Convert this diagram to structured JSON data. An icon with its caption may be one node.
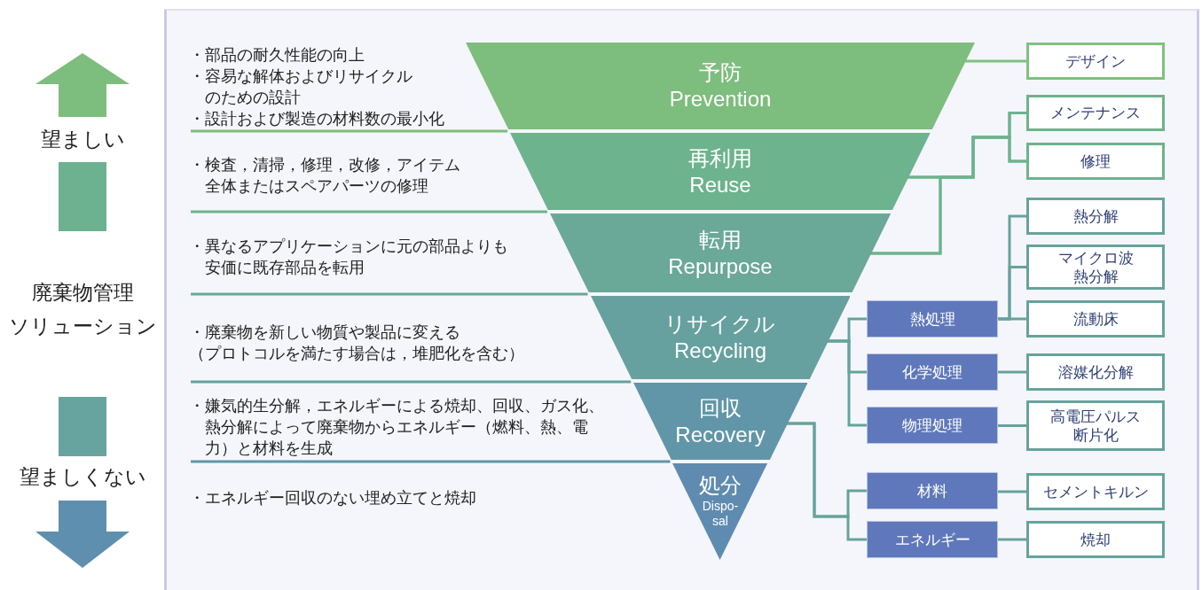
{
  "diagram": {
    "nodes": [
      {
        "text": [
          "予防",
          "Prevention"
        ]
      },
      {
        "text": [
          "再利用",
          "Reuse"
        ]
      },
      {
        "text": [
          "転用",
          "Repurpose"
        ]
      },
      {
        "text": [
          "リサイクル",
          "Recycling"
        ]
      },
      {
        "text": [
          "回収",
          "Recovery"
        ]
      },
      {
        "text": [
          "処分",
          "Dispo-sal"
        ]
      },
      {
        "text": [
          "デザイン"
        ]
      },
      {
        "text": [
          "メンテナンス"
        ]
      },
      {
        "text": [
          "修理"
        ]
      },
      {
        "text": [
          "熱分解"
        ]
      },
      {
        "text": [
          "マイクロ波熱分解"
        ]
      },
      {
        "text": [
          "流動床"
        ]
      },
      {
        "text": [
          "熱処理"
        ]
      },
      {
        "text": [
          "化学処理"
        ]
      },
      {
        "text": [
          "溶媒化分解"
        ]
      },
      {
        "text": [
          "物理処理"
        ]
      },
      {
        "text": [
          "高電圧パルス断片化"
        ]
      },
      {
        "text": [
          "材料"
        ]
      },
      {
        "text": [
          "セメントキルン"
        ]
      },
      {
        "text": [
          "エネルギー"
        ]
      },
      {
        "text": [
          "焼却"
        ]
      }
    ],
    "edges": [
      {
        "from": 0,
        "to": 6,
        "arrow": "none",
        "color": "#80c080"
      },
      {
        "from": 1,
        "to": 7,
        "arrow": "none",
        "color": "#6db38d"
      },
      {
        "from": 1,
        "to": 8,
        "arrow": "none",
        "color": "#6db38d"
      },
      {
        "from": 2,
        "to": 7,
        "arrow": "none",
        "color": "#6db38d"
      },
      {
        "from": 2,
        "to": 8,
        "arrow": "none",
        "color": "#6db38d"
      },
      {
        "from": 3,
        "to": 12,
        "arrow": "none"
      },
      {
        "from": 3,
        "to": 13,
        "arrow": "none"
      },
      {
        "from": 3,
        "to": 15,
        "arrow": "none"
      },
      {
        "from": 12,
        "to": 9,
        "arrow": "none"
      },
      {
        "from": 12,
        "to": 10,
        "arrow": "none"
      },
      {
        "from": 12,
        "to": 11,
        "arrow": "none"
      },
      {
        "from": 13,
        "to": 14,
        "arrow": "none"
      },
      {
        "from": 15,
        "to": 16,
        "arrow": "none"
      },
      {
        "from": 4,
        "to": 17,
        "arrow": "none"
      },
      {
        "from": 4,
        "to": 19,
        "arrow": "none"
      },
      {
        "from": 17,
        "to": 18,
        "arrow": "none"
      },
      {
        "from": 19,
        "to": 20,
        "arrow": "none"
      }
    ],
    "labels": [
      "望ましい",
      "廃棄物管理",
      "ソリューション",
      "望ましくない",
      "・部品の耐久性能の向上",
      "・容易な解体およびリサイクルのための設計",
      "・設計および製造の材料数の最小化",
      "・検査，清掃，修理，改修，アイテム全体またはスペアパーツの修理",
      "・異なるアプリケーションに元の部品よりも安価に既存部品を転用",
      "・廃棄物を新しい物質や製品に変える",
      "（プロトコルを満たす場合は，堆肥化を含む）",
      "・嫌気的生分解，エネルギーによる焼却、回収、ガス化、熱分解によって廃棄物からエネルギー（燃料、熱、電力）と材料を生成",
      "・エネルギー回収のない埋め立てと焼却"
    ]
  }
}
